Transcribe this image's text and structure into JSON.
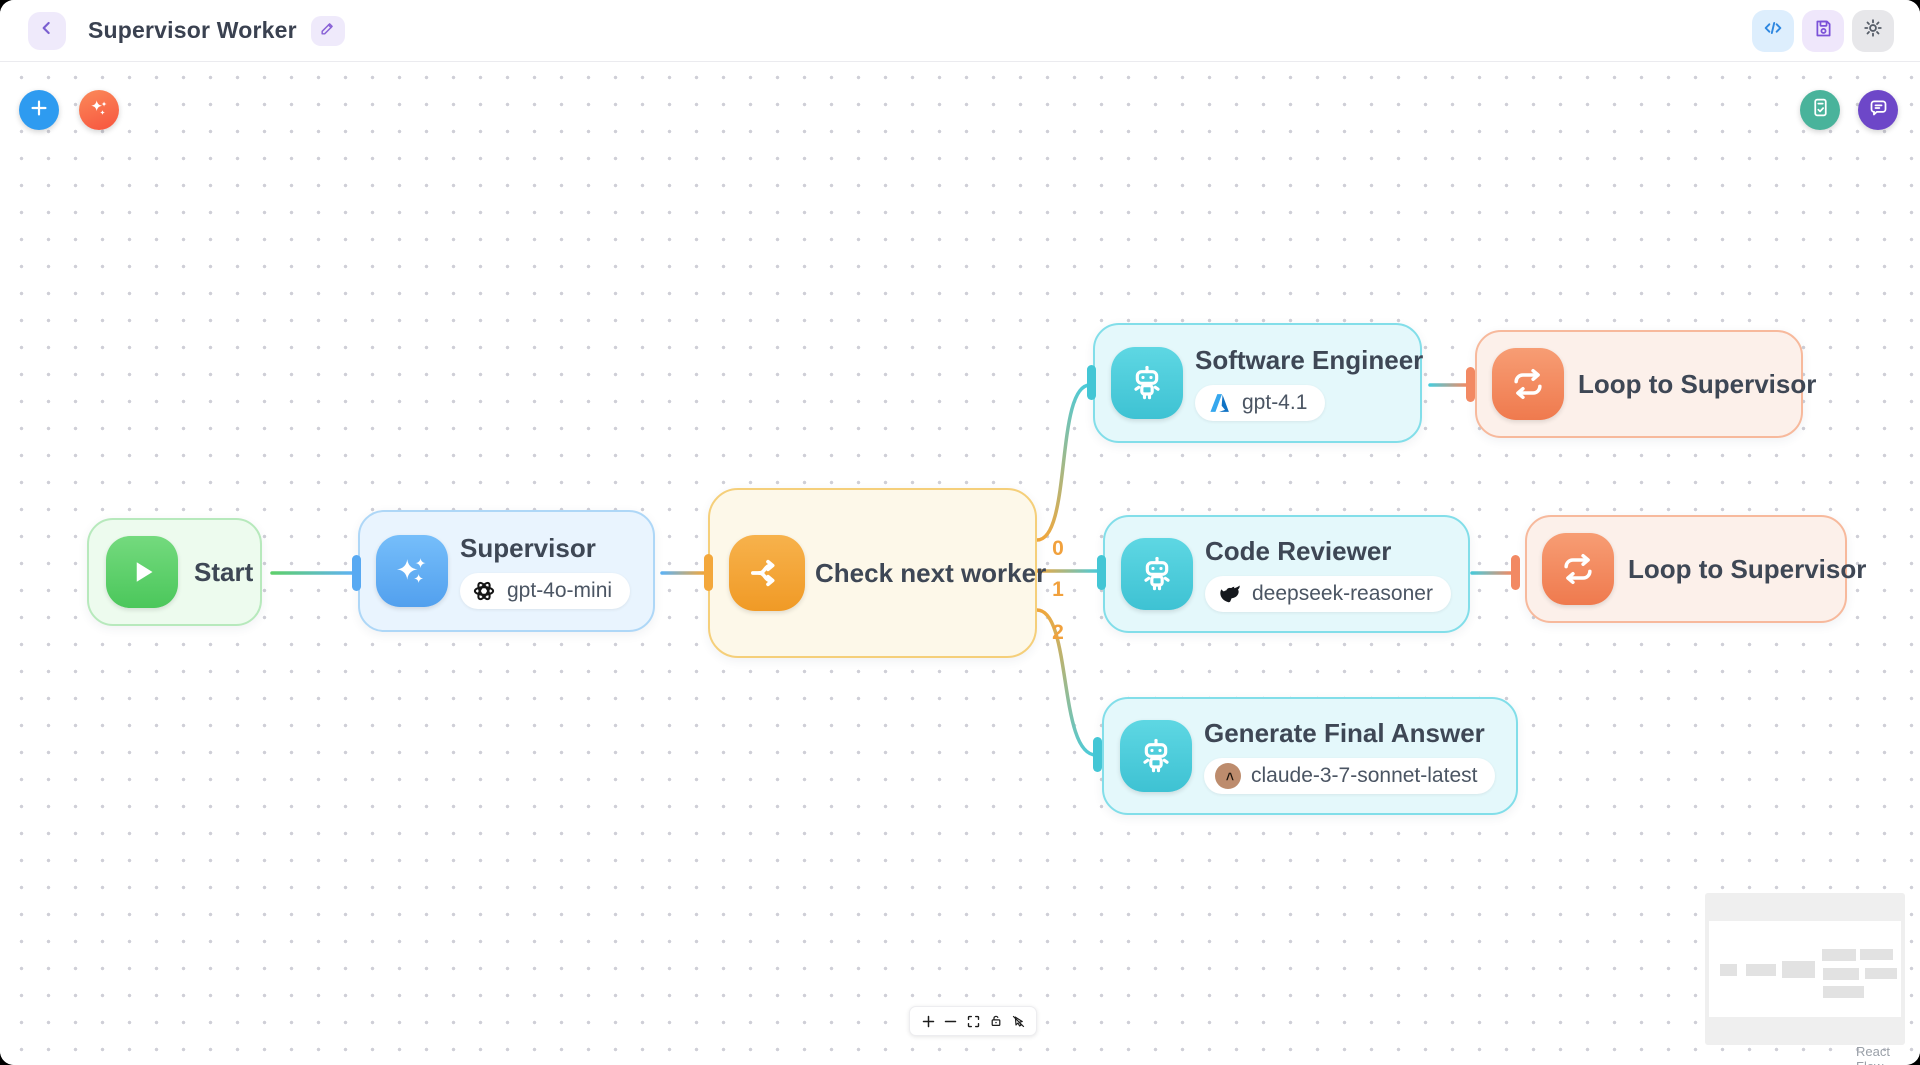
{
  "header": {
    "title": "Supervisor Worker",
    "back_icon": "chevron-left-icon",
    "edit_icon": "pencil-icon",
    "actions": [
      {
        "name": "code",
        "icon": "code-icon"
      },
      {
        "name": "save",
        "icon": "save-icon"
      },
      {
        "name": "settings",
        "icon": "gear-icon"
      }
    ]
  },
  "canvas_toolbar": {
    "left": [
      {
        "name": "add-node",
        "icon": "plus-icon",
        "color": "#2e9bf0"
      },
      {
        "name": "ai-assist",
        "icon": "sparkles-icon",
        "color": "#f7653f"
      }
    ],
    "right": [
      {
        "name": "checklist",
        "icon": "file-check-icon",
        "color": "#49b39b"
      },
      {
        "name": "chat",
        "icon": "chat-bubble-icon",
        "color": "#6d47c8"
      }
    ]
  },
  "nodes": [
    {
      "id": "start",
      "title": "Start",
      "type": "start",
      "icon": "play-icon",
      "accent": "#4bc75b"
    },
    {
      "id": "supervisor",
      "title": "Supervisor",
      "type": "agent",
      "icon": "sparkles-icon",
      "accent": "#52a0ee",
      "model": "gpt-4o-mini",
      "provider": "openai"
    },
    {
      "id": "check-next-worker",
      "title": "Check next worker",
      "type": "router",
      "icon": "branch-icon",
      "accent": "#f3a73b"
    },
    {
      "id": "software-engineer",
      "title": "Software Engineer",
      "type": "worker",
      "icon": "robot-icon",
      "accent": "#3ec2d3",
      "model": "gpt-4.1",
      "provider": "azure"
    },
    {
      "id": "code-reviewer",
      "title": "Code Reviewer",
      "type": "worker",
      "icon": "robot-icon",
      "accent": "#3ec2d3",
      "model": "deepseek-reasoner",
      "provider": "deepseek"
    },
    {
      "id": "generate-final-answer",
      "title": "Generate Final Answer",
      "type": "worker",
      "icon": "robot-icon",
      "accent": "#3ec2d3",
      "model": "claude-3-7-sonnet-latest",
      "provider": "anthropic"
    },
    {
      "id": "loop-to-supervisor-1",
      "title": "Loop to Supervisor",
      "type": "loop",
      "icon": "repeat-icon",
      "accent": "#ef7a4e"
    },
    {
      "id": "loop-to-supervisor-2",
      "title": "Loop to Supervisor",
      "type": "loop",
      "icon": "repeat-icon",
      "accent": "#ef7a4e"
    }
  ],
  "edges": [
    {
      "from": "start",
      "to": "supervisor"
    },
    {
      "from": "supervisor",
      "to": "check-next-worker"
    },
    {
      "from": "check-next-worker",
      "to": "software-engineer",
      "label": "0"
    },
    {
      "from": "check-next-worker",
      "to": "code-reviewer",
      "label": "1"
    },
    {
      "from": "check-next-worker",
      "to": "generate-final-answer",
      "label": "2"
    },
    {
      "from": "software-engineer",
      "to": "loop-to-supervisor-1"
    },
    {
      "from": "code-reviewer",
      "to": "loop-to-supervisor-2"
    }
  ],
  "controls": [
    {
      "name": "zoom-in",
      "icon": "plus-icon"
    },
    {
      "name": "zoom-out",
      "icon": "minus-icon"
    },
    {
      "name": "fit-view",
      "icon": "fit-view-icon"
    },
    {
      "name": "lock",
      "icon": "lock-icon"
    },
    {
      "name": "toggle-interactivity",
      "icon": "pointer-off-icon"
    }
  ],
  "minimap": {
    "present": true
  },
  "attribution": "React Flow"
}
